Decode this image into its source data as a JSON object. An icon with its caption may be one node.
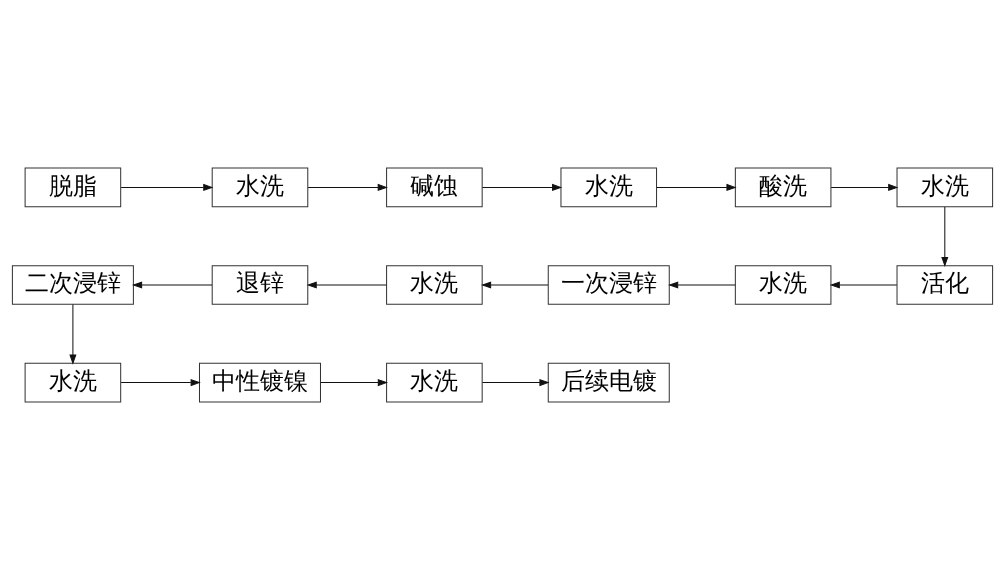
{
  "diagram": {
    "nodes": [
      {
        "text": [
          "脱脂"
        ]
      },
      {
        "text": [
          "水洗"
        ]
      },
      {
        "text": [
          "碱蚀"
        ]
      },
      {
        "text": [
          "水洗"
        ]
      },
      {
        "text": [
          "酸洗"
        ]
      },
      {
        "text": [
          "水洗"
        ]
      },
      {
        "text": [
          "活化"
        ]
      },
      {
        "text": [
          "水洗"
        ]
      },
      {
        "text": [
          "一次浸锌"
        ]
      },
      {
        "text": [
          "水洗"
        ]
      },
      {
        "text": [
          "退锌"
        ]
      },
      {
        "text": [
          "二次浸锌"
        ]
      },
      {
        "text": [
          "水洗"
        ]
      },
      {
        "text": [
          "中性镀镍"
        ]
      },
      {
        "text": [
          "水洗"
        ]
      },
      {
        "text": [
          "后续电镀"
        ]
      }
    ],
    "edges": [
      {
        "from": 0,
        "to": 1,
        "arrow": "to"
      },
      {
        "from": 1,
        "to": 2,
        "arrow": "to"
      },
      {
        "from": 2,
        "to": 3,
        "arrow": "to"
      },
      {
        "from": 3,
        "to": 4,
        "arrow": "to"
      },
      {
        "from": 4,
        "to": 5,
        "arrow": "to"
      },
      {
        "from": 5,
        "to": 6,
        "arrow": "to"
      },
      {
        "from": 6,
        "to": 7,
        "arrow": "to"
      },
      {
        "from": 7,
        "to": 8,
        "arrow": "to"
      },
      {
        "from": 8,
        "to": 9,
        "arrow": "to"
      },
      {
        "from": 9,
        "to": 10,
        "arrow": "to"
      },
      {
        "from": 10,
        "to": 11,
        "arrow": "to"
      },
      {
        "from": 11,
        "to": 12,
        "arrow": "to"
      },
      {
        "from": 12,
        "to": 13,
        "arrow": "to"
      },
      {
        "from": 13,
        "to": 14,
        "arrow": "to"
      },
      {
        "from": 14,
        "to": 15,
        "arrow": "to"
      }
    ]
  }
}
